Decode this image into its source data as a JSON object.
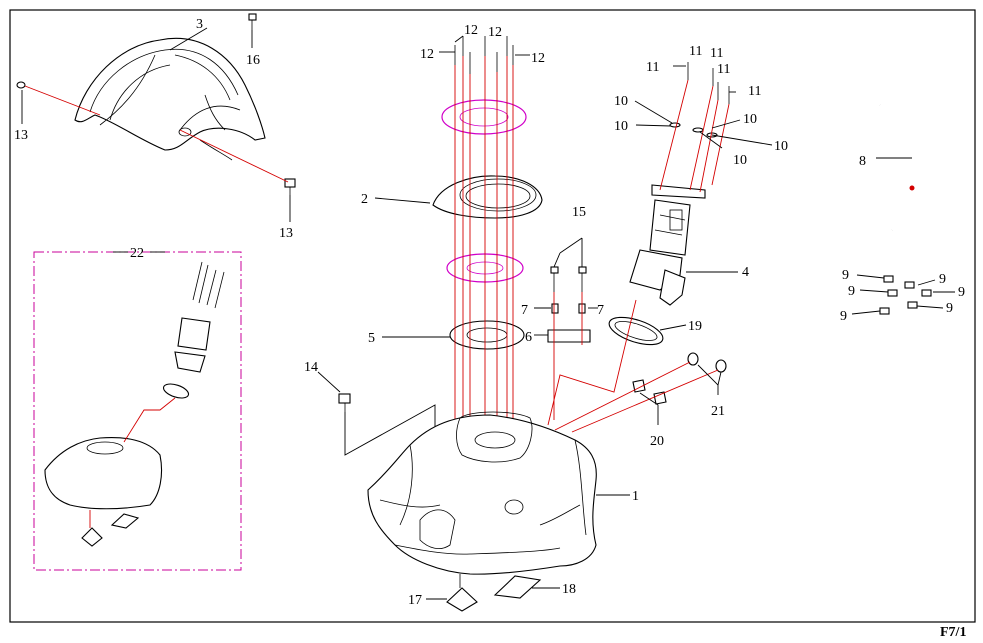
{
  "page_ref": "F7/1",
  "callouts": {
    "c1": "1",
    "c2": "2",
    "c3": "3",
    "c4": "4",
    "c5": "5",
    "c6": "6",
    "c7": "7",
    "c8": "8",
    "c9": "9",
    "c10": "10",
    "c11": "11",
    "c12": "12",
    "c13": "13",
    "c14": "14",
    "c15": "15",
    "c16": "16",
    "c17": "17",
    "c18": "18",
    "c19": "19",
    "c20": "20",
    "c21": "21",
    "c22": "22"
  }
}
